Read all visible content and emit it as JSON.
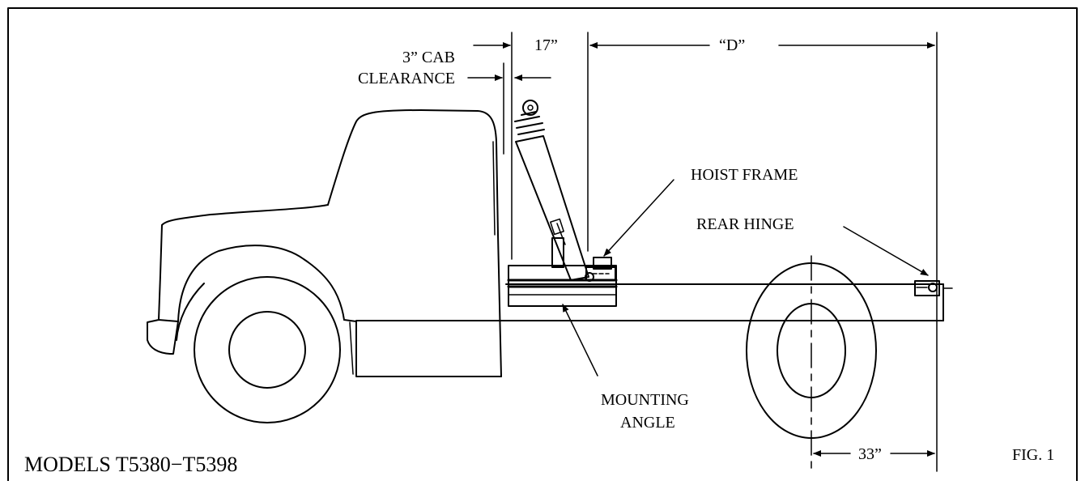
{
  "figure": {
    "models_label": "MODELS T5380−T5398",
    "fig_label": "FIG. 1"
  },
  "labels": {
    "cab_clearance_line1": "3” CAB",
    "cab_clearance_line2": "CLEARANCE",
    "dim_17": "17”",
    "dim_d": "“D”",
    "dim_33": "33”",
    "hoist_frame": "HOIST FRAME",
    "rear_hinge": "REAR HINGE",
    "mounting_angle_line1": "MOUNTING",
    "mounting_angle_line2": "ANGLE"
  }
}
